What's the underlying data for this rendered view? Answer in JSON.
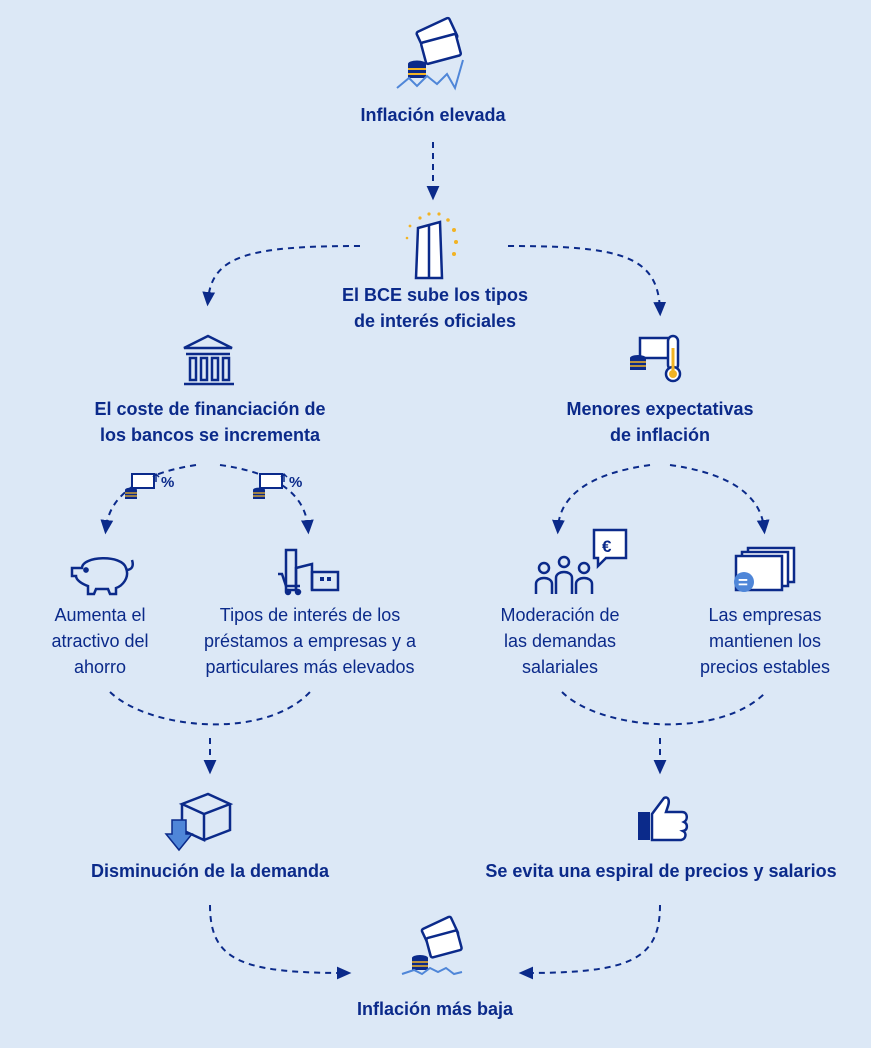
{
  "nodes": {
    "high_inflation": {
      "lines": [
        "Inflación elevada"
      ]
    },
    "ecb_raises": {
      "lines": [
        "El BCE sube los tipos",
        "de interés oficiales"
      ]
    },
    "bank_cost": {
      "lines": [
        "El coste de financiación de",
        "los bancos se incrementa"
      ]
    },
    "lower_expectations": {
      "lines": [
        "Menores expectativas",
        "de inflación"
      ]
    },
    "savings": {
      "lines": [
        "Aumenta el",
        "atractivo del",
        "ahorro"
      ]
    },
    "loan_rates": {
      "lines": [
        "Tipos de interés de los",
        "préstamos a empresas y a",
        "particulares más elevados"
      ]
    },
    "wage_moderation": {
      "lines": [
        "Moderación de",
        "las demandas",
        "salariales"
      ]
    },
    "stable_prices": {
      "lines": [
        "Las empresas",
        "mantienen los",
        "precios estables"
      ]
    },
    "lower_demand": {
      "lines": [
        "Disminución de la demanda"
      ]
    },
    "no_spiral": {
      "lines": [
        "Se evita una espiral de precios y salarios"
      ]
    },
    "lower_inflation": {
      "lines": [
        "Inflación más baja"
      ]
    }
  },
  "symbols": {
    "percent": "%",
    "euro": "€",
    "equals": "="
  },
  "colors": {
    "background": "#dce8f6",
    "primary": "#0b2a8a",
    "accent": "#f2b324",
    "light_blue": "#4f86d8"
  }
}
